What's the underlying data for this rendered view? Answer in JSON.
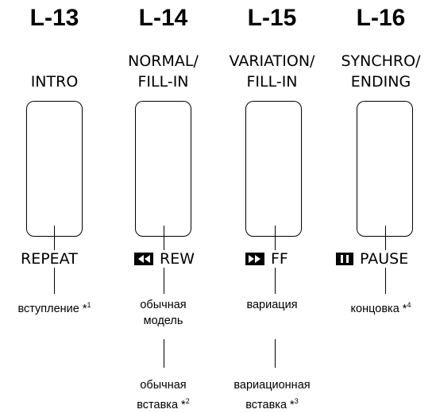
{
  "columns": [
    {
      "number": "L-13",
      "name_line1": "",
      "name_line2": "INTRO",
      "function": "REPEAT",
      "function_icon": "none",
      "desc1_line1": "вступление *",
      "desc1_sup": "1",
      "desc1_line2": ""
    },
    {
      "number": "L-14",
      "name_line1": "NORMAL/",
      "name_line2": "FILL-IN",
      "function": "REW",
      "function_icon": "rewind-icon",
      "desc1_line1": "обычная",
      "desc1_line2": "модель",
      "desc2_line1": "обычная",
      "desc2_line2": "вставка *",
      "desc2_sup": "2"
    },
    {
      "number": "L-15",
      "name_line1": "VARIATION/",
      "name_line2": "FILL-IN",
      "function": "FF",
      "function_icon": "fast-forward-icon",
      "desc1_line1": "вариация",
      "desc1_line2": "",
      "desc2_line1": "вариационная",
      "desc2_line2": "вставка *",
      "desc2_sup": "3"
    },
    {
      "number": "L-16",
      "name_line1": "SYNCHRO/",
      "name_line2": "ENDING",
      "function": "PAUSE",
      "function_icon": "pause-icon",
      "desc1_line1": "концовка *",
      "desc1_sup": "4",
      "desc1_line2": ""
    }
  ]
}
